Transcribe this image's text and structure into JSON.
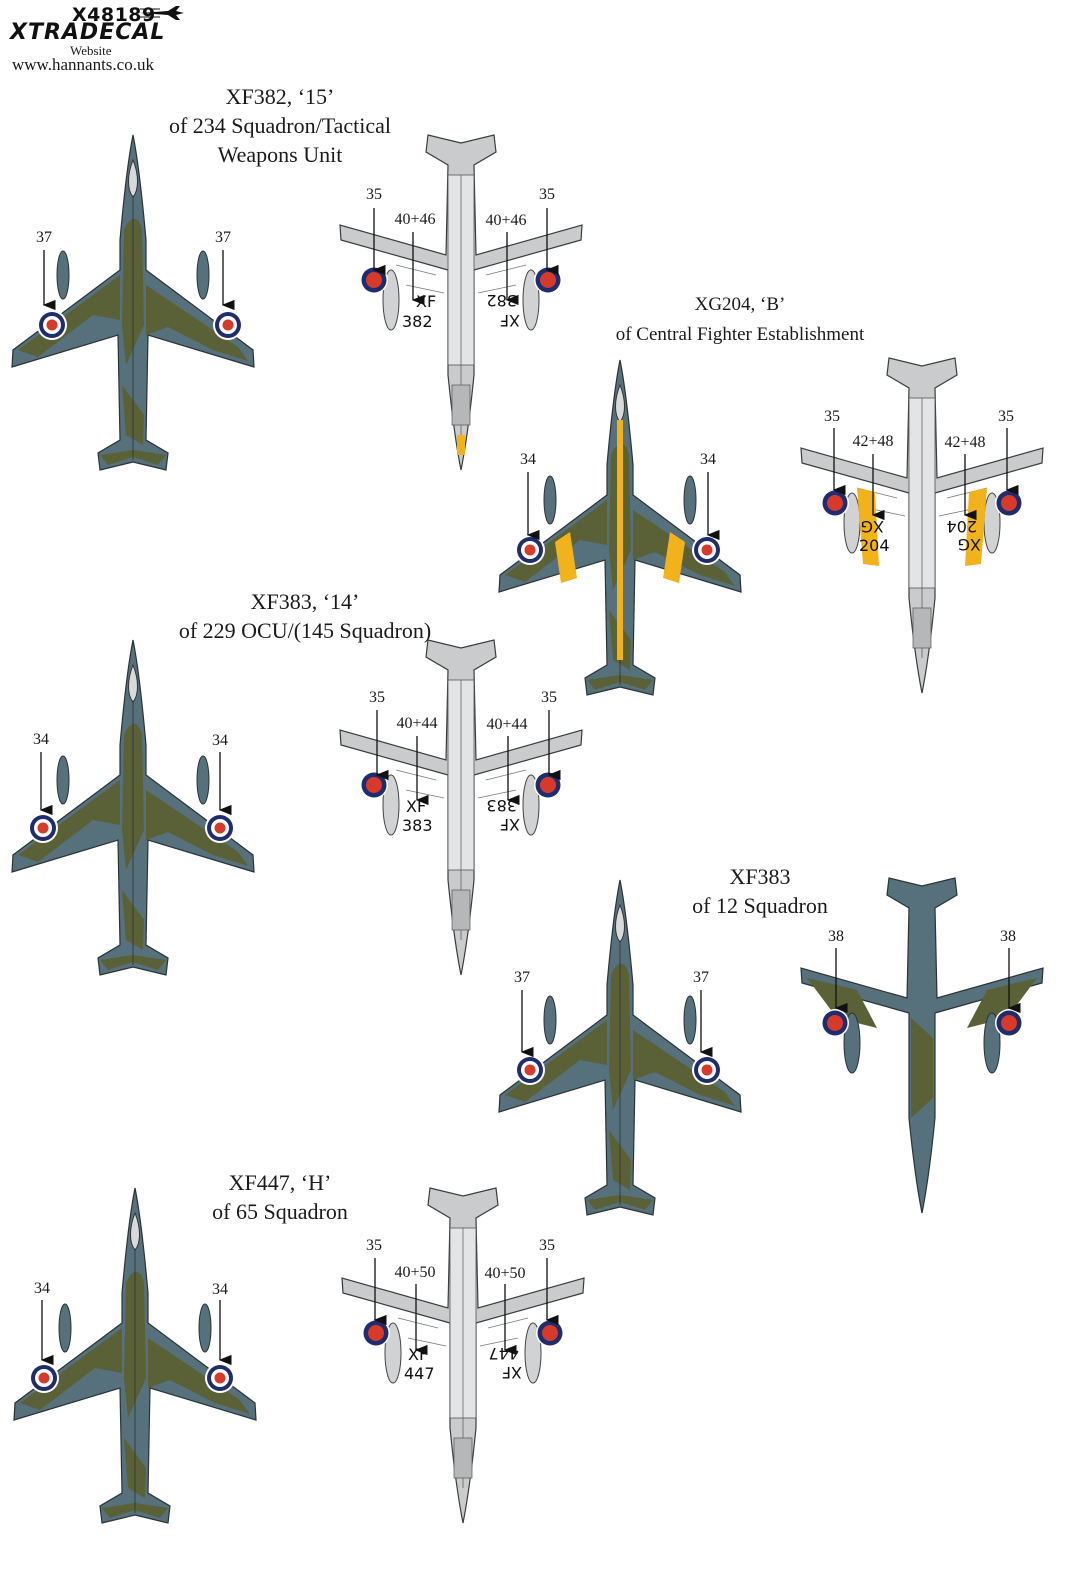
{
  "header": {
    "product_code": "X48189",
    "brand": "XTRADECAL",
    "website_label": "Website",
    "website_url": "www.hannants.co.uk"
  },
  "colors": {
    "camo_grey": "#56707c",
    "camo_green": "#5a6136",
    "underside_silver": "#c9cbcc",
    "roundel_blue": "#1f2c6e",
    "roundel_red": "#d63a2b",
    "yellow_band": "#f2b21b"
  },
  "schemes": [
    {
      "id": "xf382",
      "title_lines": [
        "XF382, ‘15’",
        "of 234 Squadron/Tactical",
        "Weapons Unit"
      ]
    },
    {
      "id": "xg204",
      "title_lines": [
        "XG204, ‘B’",
        "of Central Fighter Establishment"
      ]
    },
    {
      "id": "xf383a",
      "title_lines": [
        "XF383, ‘14’",
        "of 229 OCU/(145 Squadron)"
      ]
    },
    {
      "id": "xf383b",
      "title_lines": [
        "XF383",
        "of 12 Squadron"
      ]
    },
    {
      "id": "xf447",
      "title_lines": [
        "XF447, ‘H’",
        "of 65 Squadron"
      ]
    }
  ],
  "callouts": {
    "c37": "37",
    "c35": "35",
    "c34": "34",
    "c38": "38",
    "c40_46": "40+46",
    "c42_48": "42+48",
    "c40_44": "40+44",
    "c40_50": "40+50"
  },
  "serials": {
    "xf382": [
      "XF",
      "382"
    ],
    "xg204": [
      "XG",
      "204"
    ],
    "xf383": [
      "XF",
      "383"
    ],
    "xf447": [
      "XF",
      "447"
    ]
  }
}
